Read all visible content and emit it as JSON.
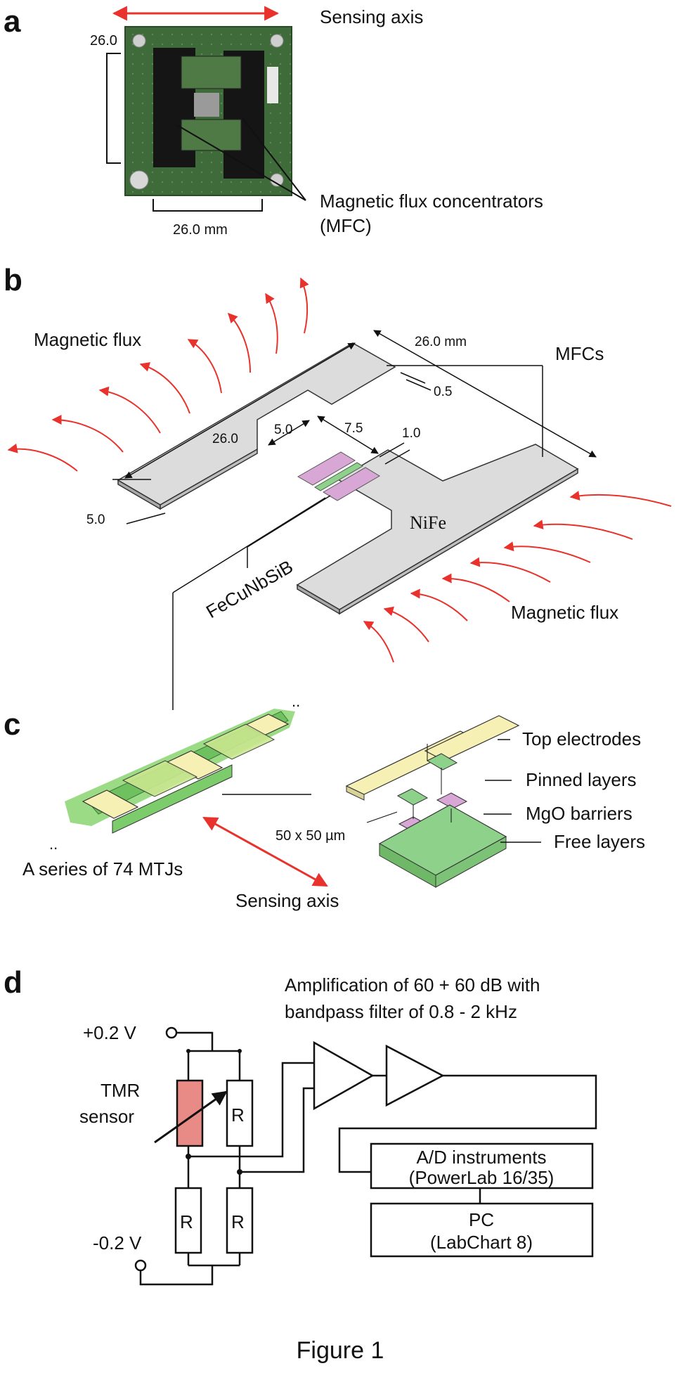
{
  "figure": {
    "caption": "Figure 1",
    "panels": {
      "a": {
        "letter": "a",
        "sensing_axis": "Sensing axis",
        "dim_height": "26.0",
        "dim_width": "26.0 mm",
        "mfc_label_line1": "Magnetic flux concentrators",
        "mfc_label_line2": "(MFC)"
      },
      "b": {
        "letter": "b",
        "flux_left": "Magnetic flux",
        "flux_right": "Magnetic flux",
        "dim_26mm": "26.0 mm",
        "mfcs": "MFCs",
        "dim_0_5": "0.5",
        "dim_5_0_top": "5.0",
        "dim_7_5": "7.5",
        "dim_1_0": "1.0",
        "dim_26_0": "26.0",
        "dim_5_0_bottom": "5.0",
        "nife": "NiFe",
        "fecunbsib": "FeCuNbSiB"
      },
      "c": {
        "letter": "c",
        "series": "A series of 74 MTJs",
        "sensing_axis": "Sensing axis",
        "size": "50 x 50 µm",
        "top_electrodes": "Top electrodes",
        "pinned_layers": "Pinned layers",
        "mgo_barriers": "MgO barriers",
        "free_layers": "Free layers"
      },
      "d": {
        "letter": "d",
        "amp_line1": "Amplification of 60 + 60 dB with",
        "amp_line2": "bandpass filter of 0.8 - 2 kHz",
        "vplus": "+0.2 V",
        "vminus": "-0.2 V",
        "tmr_line1": "TMR",
        "tmr_line2": "sensor",
        "r": "R",
        "ad_line1": "A/D instruments",
        "ad_line2": "(PowerLab 16/35)",
        "pc_line1": "PC",
        "pc_line2": "(LabChart 8)"
      }
    },
    "colors": {
      "arrow_red": "#e8322b",
      "pcb_green": "#3f6b3a",
      "mfc_grey": "#d9d9d9",
      "sensor_pink": "#d9a7d6",
      "mtj_green": "#8ed18a",
      "electrode_yellow": "#f6f0b4",
      "tmr_fill": "#e88a85"
    }
  }
}
